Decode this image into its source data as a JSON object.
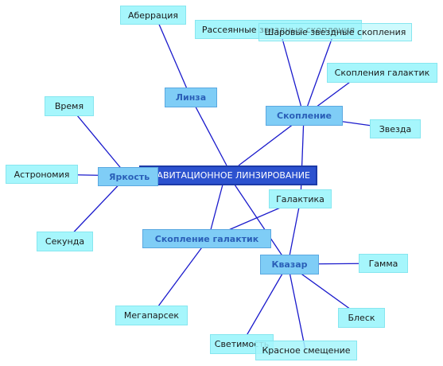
{
  "root": {
    "label": "ГРАВИТАЦИОННОЕ ЛИНЗИРОВАНИЕ"
  },
  "hubs": {
    "lens": "Линза",
    "cluster": "Скопление",
    "brightness": "Яркость",
    "galaxy_cluster": "Скопление галактик",
    "quasar": "Квазар"
  },
  "leaves": {
    "aberration": "Аберрация",
    "open_clusters": "Рассеянные звездные скопления",
    "globular_clusters": "Шаровые звездные скопления",
    "galaxy_clusters": "Скопления галактик",
    "star": "Звезда",
    "time": "Время",
    "astronomy": "Астрономия",
    "second": "Секунда",
    "galaxy": "Галактика",
    "megaparsec": "Мегапарсек",
    "gamma": "Гамма",
    "glow": "Блеск",
    "luminosity": "Светимость",
    "redshift": "Красное смещение"
  },
  "colors": {
    "edge": "#1a1acc",
    "leaf_fill": "#a6f6fc",
    "hub_fill": "#7fcdf6",
    "hub_text": "#2a5fb8",
    "root_fill": "#2c52cf"
  }
}
